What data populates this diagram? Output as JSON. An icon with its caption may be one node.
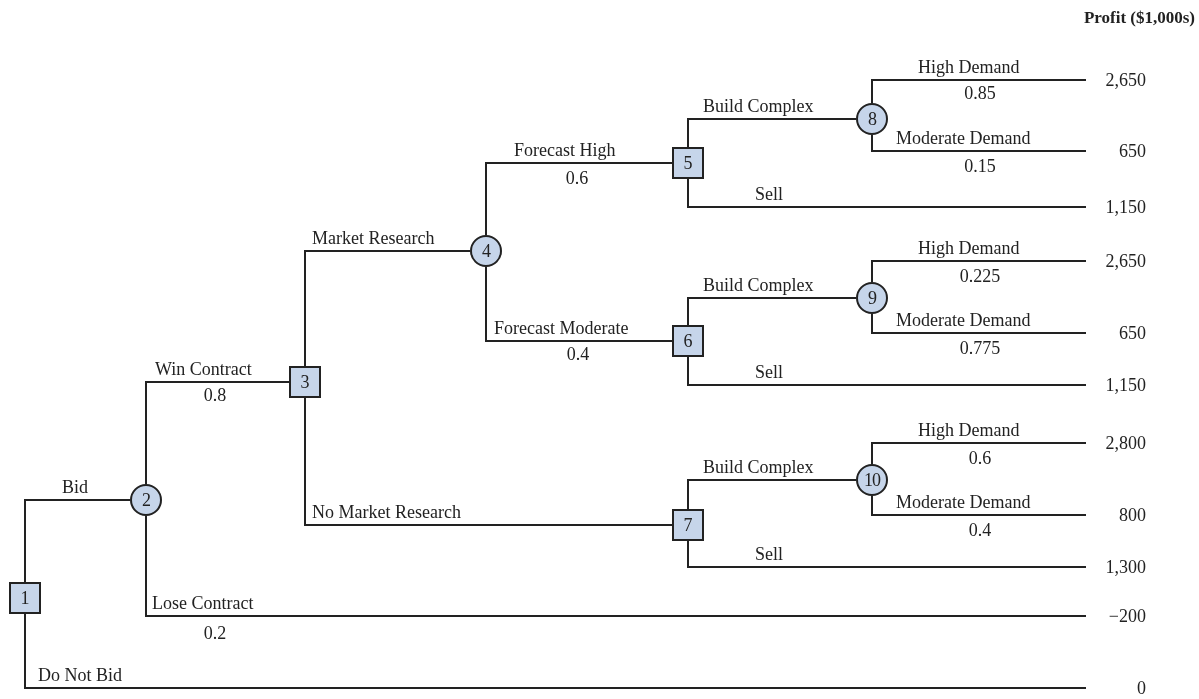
{
  "diagram": {
    "nodes": [
      {
        "text": [
          "1"
        ]
      },
      {
        "text": [
          "2"
        ]
      },
      {
        "text": [
          "3"
        ]
      },
      {
        "text": [
          "4"
        ]
      },
      {
        "text": [
          "5"
        ]
      },
      {
        "text": [
          "6"
        ]
      },
      {
        "text": [
          "7"
        ]
      },
      {
        "text": [
          "8"
        ]
      },
      {
        "text": [
          "9"
        ]
      },
      {
        "text": [
          "10"
        ]
      },
      {
        "text": [
          "2,650"
        ]
      },
      {
        "text": [
          "650"
        ]
      },
      {
        "text": [
          "1,150"
        ]
      },
      {
        "text": [
          "2,650"
        ]
      },
      {
        "text": [
          "650"
        ]
      },
      {
        "text": [
          "1,150"
        ]
      },
      {
        "text": [
          "2,800"
        ]
      },
      {
        "text": [
          "800"
        ]
      },
      {
        "text": [
          "1,300"
        ]
      },
      {
        "text": [
          "−200"
        ]
      },
      {
        "text": [
          "0"
        ]
      }
    ],
    "edges": [
      {
        "from": 0,
        "to": 1,
        "arrow": "none",
        "label": "Bid"
      },
      {
        "from": 0,
        "to": 20,
        "arrow": "none",
        "label": "Do Not Bid"
      },
      {
        "from": 1,
        "to": 2,
        "arrow": "none",
        "label": "Win Contract"
      },
      {
        "from": 1,
        "to": 19,
        "arrow": "none",
        "label": "Lose Contract"
      },
      {
        "from": 2,
        "to": 3,
        "arrow": "none",
        "label": "Market Research"
      },
      {
        "from": 2,
        "to": 6,
        "arrow": "none",
        "label": "No Market Research"
      },
      {
        "from": 3,
        "to": 4,
        "arrow": "none",
        "label": "Forecast High"
      },
      {
        "from": 3,
        "to": 5,
        "arrow": "none",
        "label": "Forecast Moderate"
      },
      {
        "from": 4,
        "to": 7,
        "arrow": "none",
        "label": "Build Complex"
      },
      {
        "from": 4,
        "to": 12,
        "arrow": "none",
        "label": "Sell"
      },
      {
        "from": 7,
        "to": 10,
        "arrow": "none",
        "label": "High Demand"
      },
      {
        "from": 7,
        "to": 11,
        "arrow": "none",
        "label": "Moderate Demand"
      },
      {
        "from": 5,
        "to": 8,
        "arrow": "none",
        "label": "Build Complex"
      },
      {
        "from": 5,
        "to": 15,
        "arrow": "none",
        "label": "Sell"
      },
      {
        "from": 8,
        "to": 13,
        "arrow": "none",
        "label": "High Demand"
      },
      {
        "from": 8,
        "to": 14,
        "arrow": "none",
        "label": "Moderate Demand"
      },
      {
        "from": 6,
        "to": 9,
        "arrow": "none",
        "label": "Build Complex"
      },
      {
        "from": 6,
        "to": 18,
        "arrow": "none",
        "label": "Sell"
      },
      {
        "from": 9,
        "to": 16,
        "arrow": "none",
        "label": "High Demand"
      },
      {
        "from": 9,
        "to": 17,
        "arrow": "none",
        "label": "Moderate Demand"
      }
    ],
    "labels": [
      "Profit ($1,000s)",
      "0.85",
      "0.15",
      "0.6",
      "0.225",
      "0.775",
      "0.4",
      "0.8",
      "0.6",
      "0.4",
      "0.2"
    ]
  }
}
